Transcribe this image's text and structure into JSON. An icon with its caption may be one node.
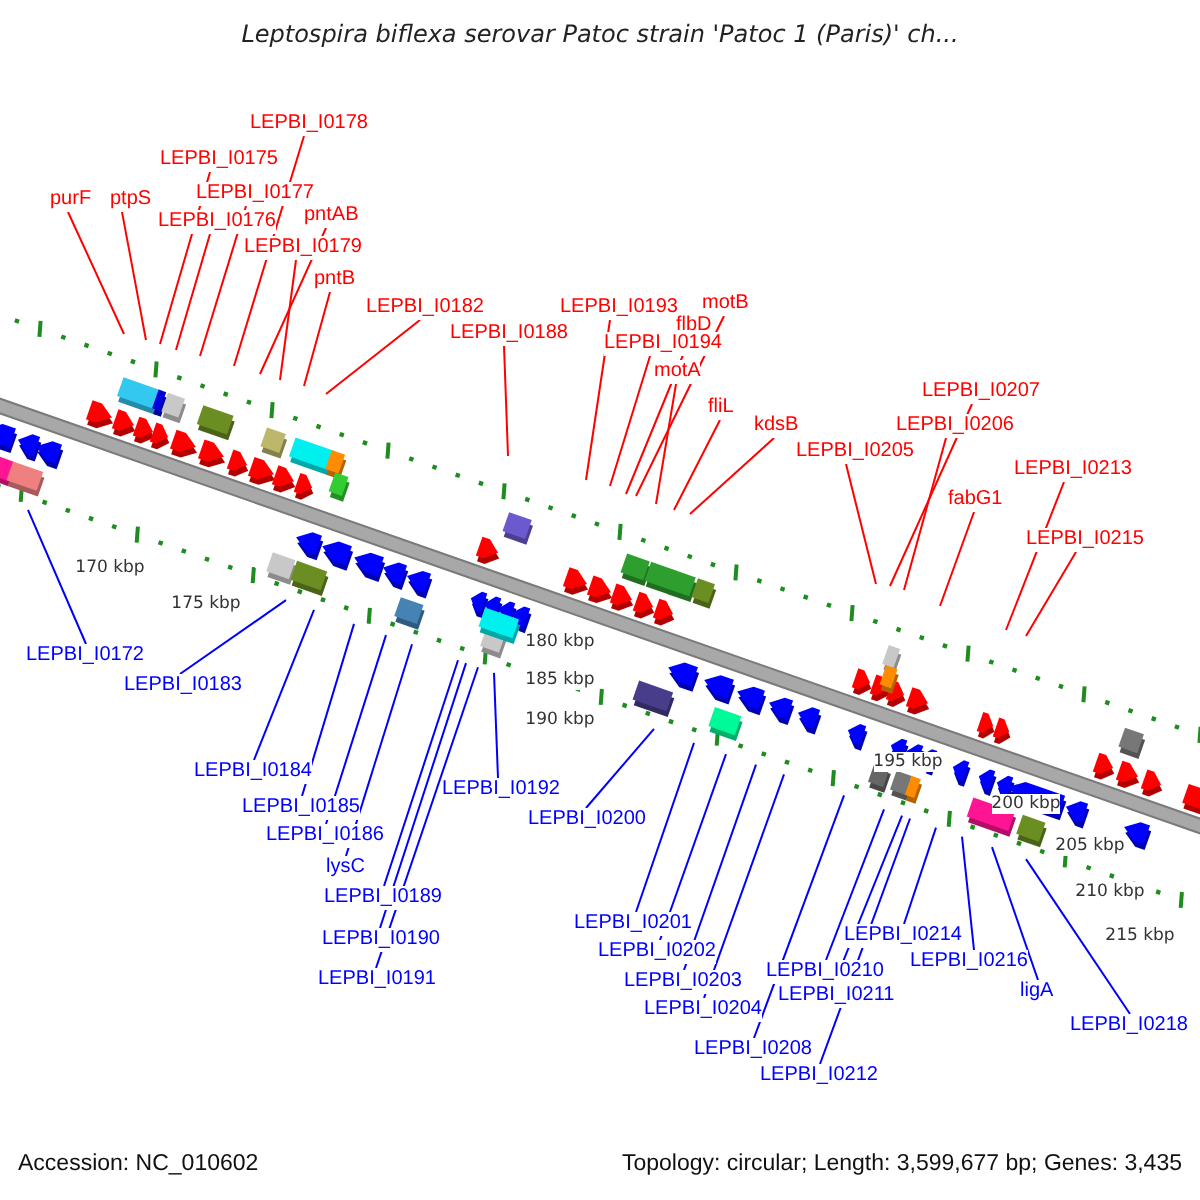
{
  "diagram": {
    "title": "Leptospira biflexa serovar Patoc strain 'Patoc 1 (Paris)' ch...",
    "nodes": [
      {
        "text": [
          "purF"
        ]
      },
      {
        "text": [
          "ptpS"
        ]
      },
      {
        "text": [
          "LEPBI_I0175"
        ]
      },
      {
        "text": [
          "LEPBI_I0176"
        ]
      },
      {
        "text": [
          "LEPBI_I0177"
        ]
      },
      {
        "text": [
          "LEPBI_I0178"
        ]
      },
      {
        "text": [
          "pntAB"
        ]
      },
      {
        "text": [
          "LEPBI_I0179"
        ]
      },
      {
        "text": [
          "pntB"
        ]
      },
      {
        "text": [
          "LEPBI_I0182"
        ]
      },
      {
        "text": [
          "LEPBI_I0188"
        ]
      },
      {
        "text": [
          "LEPBI_I0193"
        ]
      },
      {
        "text": [
          "flbD"
        ]
      },
      {
        "text": [
          "motB"
        ]
      },
      {
        "text": [
          "LEPBI_I0194"
        ]
      },
      {
        "text": [
          "motA"
        ]
      },
      {
        "text": [
          "fliL"
        ]
      },
      {
        "text": [
          "kdsB"
        ]
      },
      {
        "text": [
          "LEPBI_I0205"
        ]
      },
      {
        "text": [
          "LEPBI_I0207"
        ]
      },
      {
        "text": [
          "LEPBI_I0206"
        ]
      },
      {
        "text": [
          "fabG1"
        ]
      },
      {
        "text": [
          "LEPBI_I0213"
        ]
      },
      {
        "text": [
          "LEPBI_I0215"
        ]
      },
      {
        "text": [
          "LEPBI_I0172"
        ]
      },
      {
        "text": [
          "LEPBI_I0183"
        ]
      },
      {
        "text": [
          "LEPBI_I0184"
        ]
      },
      {
        "text": [
          "LEPBI_I0185"
        ]
      },
      {
        "text": [
          "LEPBI_I0186"
        ]
      },
      {
        "text": [
          "lysC"
        ]
      },
      {
        "text": [
          "LEPBI_I0189"
        ]
      },
      {
        "text": [
          "LEPBI_I0190"
        ]
      },
      {
        "text": [
          "LEPBI_I0191"
        ]
      },
      {
        "text": [
          "LEPBI_I0192"
        ]
      },
      {
        "text": [
          "LEPBI_I0200"
        ]
      },
      {
        "text": [
          "LEPBI_I0201"
        ]
      },
      {
        "text": [
          "LEPBI_I0202"
        ]
      },
      {
        "text": [
          "LEPBI_I0203"
        ]
      },
      {
        "text": [
          "LEPBI_I0204"
        ]
      },
      {
        "text": [
          "LEPBI_I0208"
        ]
      },
      {
        "text": [
          "LEPBI_I0210"
        ]
      },
      {
        "text": [
          "LEPBI_I0211"
        ]
      },
      {
        "text": [
          "LEPBI_I0212"
        ]
      },
      {
        "text": [
          "LEPBI_I0214"
        ]
      },
      {
        "text": [
          "LEPBI_I0216"
        ]
      },
      {
        "text": [
          "ligA"
        ]
      },
      {
        "text": [
          "LEPBI_I0218"
        ]
      }
    ],
    "edges": [
      {
        "from": 0,
        "to": null,
        "arrow": "none"
      },
      {
        "from": 1,
        "to": null,
        "arrow": "none"
      },
      {
        "from": 2,
        "to": null,
        "arrow": "none"
      },
      {
        "from": 3,
        "to": null,
        "arrow": "none"
      },
      {
        "from": 4,
        "to": null,
        "arrow": "none"
      },
      {
        "from": 5,
        "to": null,
        "arrow": "none"
      },
      {
        "from": 6,
        "to": null,
        "arrow": "none"
      },
      {
        "from": 7,
        "to": null,
        "arrow": "none"
      },
      {
        "from": 8,
        "to": null,
        "arrow": "none"
      },
      {
        "from": 9,
        "to": null,
        "arrow": "none"
      },
      {
        "from": 10,
        "to": null,
        "arrow": "none"
      },
      {
        "from": 11,
        "to": null,
        "arrow": "none"
      },
      {
        "from": 12,
        "to": null,
        "arrow": "none"
      },
      {
        "from": 13,
        "to": null,
        "arrow": "none"
      },
      {
        "from": 14,
        "to": null,
        "arrow": "none"
      },
      {
        "from": 15,
        "to": null,
        "arrow": "none"
      },
      {
        "from": 16,
        "to": null,
        "arrow": "none"
      },
      {
        "from": 17,
        "to": null,
        "arrow": "none"
      },
      {
        "from": 18,
        "to": null,
        "arrow": "none"
      },
      {
        "from": 19,
        "to": null,
        "arrow": "none"
      },
      {
        "from": 20,
        "to": null,
        "arrow": "none"
      },
      {
        "from": 21,
        "to": null,
        "arrow": "none"
      },
      {
        "from": 22,
        "to": null,
        "arrow": "none"
      },
      {
        "from": 23,
        "to": null,
        "arrow": "none"
      },
      {
        "from": 24,
        "to": null,
        "arrow": "none",
        "color": "#0000ff"
      },
      {
        "from": 25,
        "to": null,
        "arrow": "none",
        "color": "#0000ff"
      },
      {
        "from": 26,
        "to": null,
        "arrow": "none",
        "color": "#0000ff"
      },
      {
        "from": 27,
        "to": null,
        "arrow": "none",
        "color": "#0000ff"
      },
      {
        "from": 28,
        "to": null,
        "arrow": "none",
        "color": "#0000ff"
      },
      {
        "from": 29,
        "to": null,
        "arrow": "none",
        "color": "#0000ff"
      },
      {
        "from": 30,
        "to": null,
        "arrow": "none",
        "color": "#0000ff"
      },
      {
        "from": 31,
        "to": null,
        "arrow": "none",
        "color": "#0000ff"
      },
      {
        "from": 32,
        "to": null,
        "arrow": "none",
        "color": "#0000ff"
      },
      {
        "from": 33,
        "to": null,
        "arrow": "none",
        "color": "#0000ff"
      },
      {
        "from": 34,
        "to": null,
        "arrow": "none",
        "color": "#0000ff"
      },
      {
        "from": 35,
        "to": null,
        "arrow": "none",
        "color": "#0000ff"
      },
      {
        "from": 36,
        "to": null,
        "arrow": "none",
        "color": "#0000ff"
      },
      {
        "from": 37,
        "to": null,
        "arrow": "none",
        "color": "#0000ff"
      },
      {
        "from": 38,
        "to": null,
        "arrow": "none",
        "color": "#0000ff"
      },
      {
        "from": 39,
        "to": null,
        "arrow": "none",
        "color": "#0000ff"
      },
      {
        "from": 40,
        "to": null,
        "arrow": "none",
        "color": "#0000ff"
      },
      {
        "from": 41,
        "to": null,
        "arrow": "none",
        "color": "#0000ff"
      },
      {
        "from": 42,
        "to": null,
        "arrow": "none",
        "color": "#0000ff"
      },
      {
        "from": 43,
        "to": null,
        "arrow": "none",
        "color": "#0000ff"
      },
      {
        "from": 44,
        "to": null,
        "arrow": "none",
        "color": "#0000ff"
      },
      {
        "from": 45,
        "to": null,
        "arrow": "none",
        "color": "#0000ff"
      },
      {
        "from": 46,
        "to": null,
        "arrow": "none",
        "color": "#0000ff"
      }
    ],
    "labels": [
      "170 kbp",
      "175 kbp",
      "180 kbp",
      "185 kbp",
      "190 kbp",
      "195 kbp",
      "200 kbp",
      "205 kbp",
      "210 kbp",
      "215 kbp",
      "Accession: NC_010602",
      "Topology: circular; Length: 3,599,677 bp; Genes: 3,435"
    ]
  }
}
